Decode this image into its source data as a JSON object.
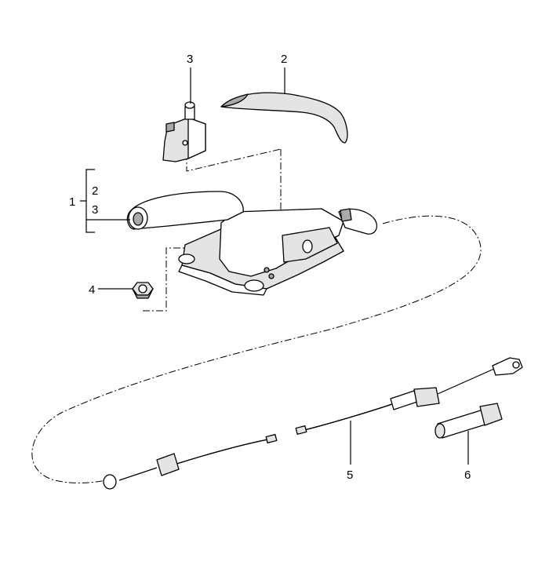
{
  "callouts": {
    "c1": "1",
    "c2": "2",
    "c3": "3",
    "c4": "4",
    "c5": "5",
    "c6": "6",
    "bracket_2": "2",
    "bracket_3": "3"
  }
}
